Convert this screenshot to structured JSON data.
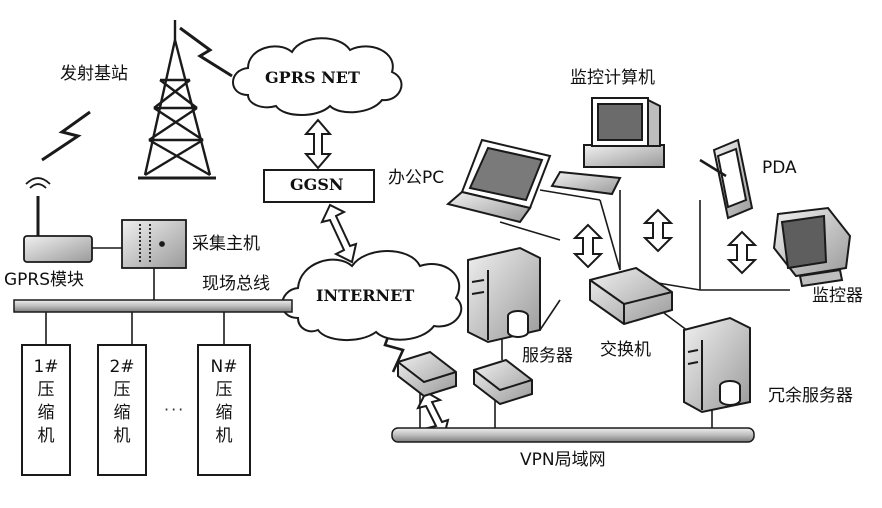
{
  "diagram": {
    "labels": {
      "base_station": "发射基站",
      "gprs_net": "GPRS NET",
      "ggsn": "GGSN",
      "internet": "INTERNET",
      "gprs_module": "GPRS模块",
      "collector_host": "采集主机",
      "field_bus": "现场总线",
      "office_pc": "办公PC",
      "monitor_computer": "监控计算机",
      "pda": "PDA",
      "monitor": "监控器",
      "server": "服务器",
      "switch": "交换机",
      "redundant_server": "冗余服务器",
      "vpn_lan": "VPN局域网"
    },
    "compressors": [
      {
        "id": "1#",
        "line1": "压",
        "line2": "缩",
        "line3": "机"
      },
      {
        "id": "2#",
        "line1": "压",
        "line2": "缩",
        "line3": "机"
      },
      {
        "id": "N#",
        "line1": "压",
        "line2": "缩",
        "line3": "机"
      }
    ],
    "ellipsis": "···",
    "colors": {
      "stroke": "#1a1a1a",
      "device_fill": "#d9d9d9",
      "device_dark": "#6b6b6b",
      "cloud_fill": "#ffffff",
      "bus_fill": "#cfcfcf"
    }
  }
}
